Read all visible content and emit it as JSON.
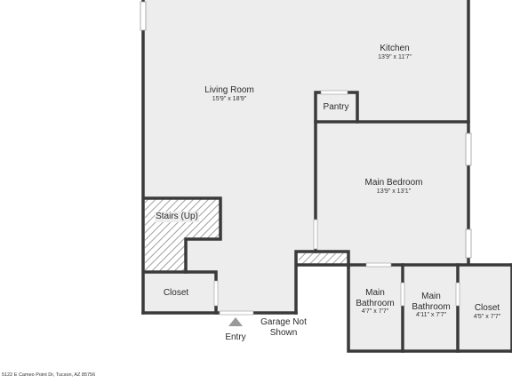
{
  "rooms": {
    "kitchen": {
      "name": "Kitchen",
      "dim": "13'9\" x 11'7\""
    },
    "living_room": {
      "name": "Living Room",
      "dim": "15'9\" x 18'9\""
    },
    "pantry": {
      "name": "Pantry"
    },
    "main_bedroom": {
      "name": "Main Bedroom",
      "dim": "13'9\" x 13'1\""
    },
    "stairs": {
      "name": "Stairs (Up)"
    },
    "closet_left": {
      "name": "Closet"
    },
    "bath1": {
      "name1": "Main",
      "name2": "Bathroom",
      "dim": "4'7\" x 7'7\""
    },
    "bath2": {
      "name1": "Main",
      "name2": "Bathroom",
      "dim": "4'11\" x 7'7\""
    },
    "closet_right": {
      "name": "Closet",
      "dim": "4'5\" x 7'7\""
    }
  },
  "entry_label": "Entry",
  "garage_label1": "Garage Not",
  "garage_label2": "Shown",
  "address": "5122 E Cameo Point Dr, Tucson, AZ 85756",
  "colors": {
    "floor": "#ededed",
    "wall": "#3a3a3a",
    "window": "#ffffff",
    "hatch": "#8a8a8a"
  }
}
